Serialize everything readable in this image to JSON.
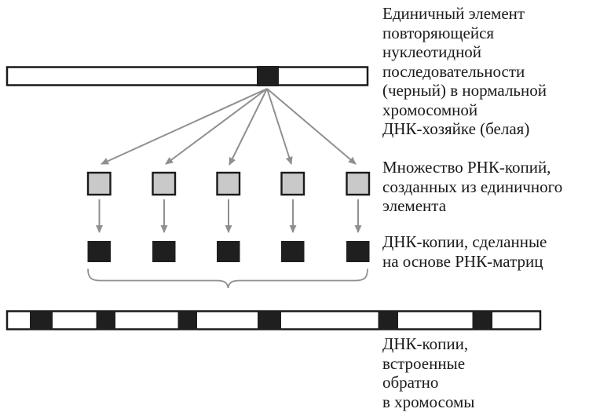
{
  "figure": {
    "labels": {
      "unit_element": "Единичный элемент\nповторяющейся\nнуклеотидной\nпоследовательности\n(черный) в нормальной\nхромосомной\nДНК-хозяйке (белая)",
      "rna_copies": "Множество РНК-копий,\nсозданных из единичного\nэлемента",
      "dna_copies": "ДНК-копии, сделанные\nна основе РНК-матриц",
      "integrated_copies": "ДНК-копии,\nвстроенные\nобратно\nв хромосомы"
    },
    "counts": {
      "rna_copies": 5,
      "dna_copies": 5,
      "integrated_segments": 6
    },
    "colors": {
      "background": "#ffffff",
      "outline": "#1a1a1a",
      "black_element": "#1f1f1f",
      "gray_square": "#c9c9c9",
      "arrow_gray": "#8f8f8f"
    }
  }
}
